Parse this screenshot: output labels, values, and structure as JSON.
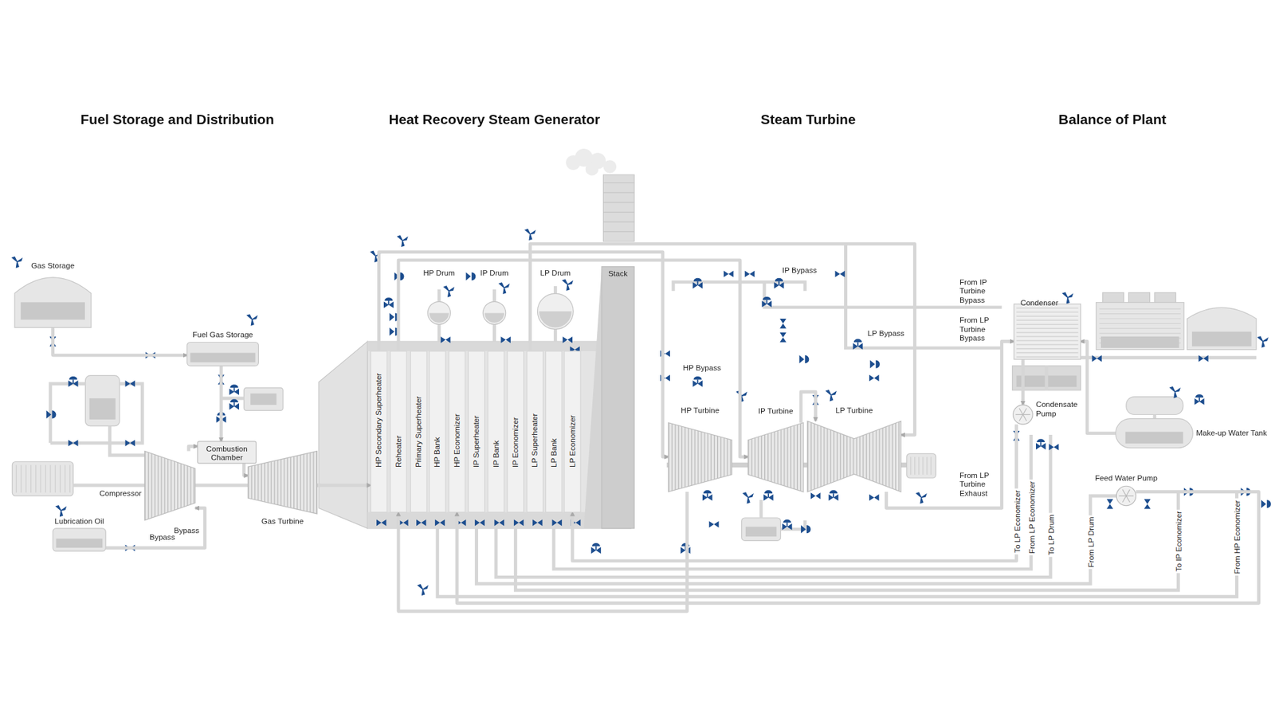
{
  "diagram": {
    "nodes": [
      {
        "text": [
          "Gas Storage"
        ]
      },
      {
        "text": [
          "Fuel Gas Storage"
        ]
      },
      {
        "text": [
          "Compressor"
        ]
      },
      {
        "text": [
          "Combustion Chamber"
        ]
      },
      {
        "text": [
          "Gas Turbine"
        ]
      },
      {
        "text": [
          "Lubrication Oil"
        ]
      },
      {
        "text": [
          "HP Drum"
        ]
      },
      {
        "text": [
          "IP Drum"
        ]
      },
      {
        "text": [
          "LP Drum"
        ]
      },
      {
        "text": [
          "Stack"
        ]
      },
      {
        "text": [
          "HP Secondary Superheater"
        ]
      },
      {
        "text": [
          "Reheater"
        ]
      },
      {
        "text": [
          "Primary Superheater"
        ]
      },
      {
        "text": [
          "HP Bank"
        ]
      },
      {
        "text": [
          "HP Economizer"
        ]
      },
      {
        "text": [
          "IP Superheater"
        ]
      },
      {
        "text": [
          "IP Bank"
        ]
      },
      {
        "text": [
          "IP Economizer"
        ]
      },
      {
        "text": [
          "LP Superheater"
        ]
      },
      {
        "text": [
          "LP Bank"
        ]
      },
      {
        "text": [
          "LP Economizer"
        ]
      },
      {
        "text": [
          "HP Turbine"
        ]
      },
      {
        "text": [
          "IP Turbine"
        ]
      },
      {
        "text": [
          "LP Turbine"
        ]
      },
      {
        "text": [
          "Condenser"
        ]
      },
      {
        "text": [
          "Condensate Pump"
        ]
      },
      {
        "text": [
          "Make-up Water Tank"
        ]
      },
      {
        "text": [
          "Feed Water Pump"
        ]
      }
    ],
    "edges": [
      {
        "from": 0,
        "to": 1,
        "arrow": "to"
      },
      {
        "from": 1,
        "to": 3,
        "arrow": "to"
      },
      {
        "from": 2,
        "to": 3,
        "arrow": "to"
      },
      {
        "from": 3,
        "to": 4,
        "arrow": "to"
      },
      {
        "from": 5,
        "to": 2,
        "arrow": "to"
      },
      {
        "from": 4,
        "to": 10,
        "arrow": "to"
      },
      {
        "from": 10,
        "to": 21,
        "arrow": "to"
      },
      {
        "from": 21,
        "to": 11,
        "arrow": "to"
      },
      {
        "from": 11,
        "to": 22,
        "arrow": "to"
      },
      {
        "from": 22,
        "to": 23,
        "arrow": "to"
      },
      {
        "from": 18,
        "to": 23,
        "arrow": "to"
      },
      {
        "from": 23,
        "to": 24,
        "arrow": "to"
      },
      {
        "from": 24,
        "to": 25,
        "arrow": "to"
      },
      {
        "from": 25,
        "to": 20,
        "arrow": "to"
      },
      {
        "from": 26,
        "to": 24,
        "arrow": "to"
      },
      {
        "from": 27,
        "to": 14,
        "arrow": "to"
      }
    ],
    "labels": [
      "Fuel Storage and Distribution",
      "Heat Recovery Steam Generator",
      "Steam Turbine",
      "Balance of Plant",
      "Bypass",
      "Bypass",
      "IP Bypass",
      "HP Bypass",
      "LP Bypass",
      "From IP Turbine Bypass",
      "From LP Turbine Bypass",
      "From LP Turbine Exhaust",
      "To LP Economizer",
      "From LP Economizer",
      "To LP Drum",
      "From LP Drum",
      "To IP Economizer",
      "From HP Economizer"
    ]
  }
}
